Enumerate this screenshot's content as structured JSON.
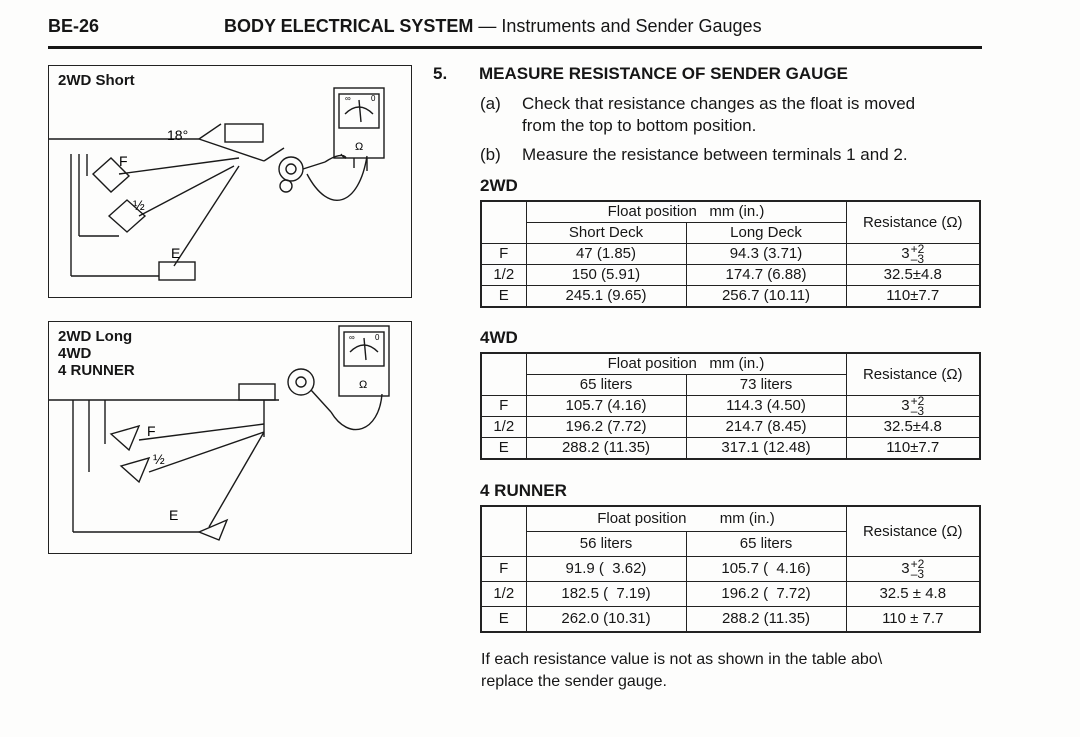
{
  "header": {
    "page_number": "BE-26",
    "system": "BODY ELECTRICAL SYSTEM",
    "dash": "—",
    "section": "Instruments and Sender Gauges"
  },
  "figures": {
    "fig1": {
      "lines": [
        "2WD Short"
      ],
      "angle": "18°",
      "f": "F",
      "half": "½",
      "e": "E",
      "meter_scale_left": "∞",
      "meter_scale_right": "0",
      "meter_unit": "Ω"
    },
    "fig2": {
      "lines": [
        "2WD Long",
        "4WD",
        "4 RUNNER"
      ],
      "f": "F",
      "half": "½",
      "e": "E",
      "meter_scale_left": "∞",
      "meter_scale_right": "0",
      "meter_unit": "Ω"
    }
  },
  "step": {
    "number": "5.",
    "title": "MEASURE RESISTANCE OF SENDER GAUGE",
    "a_label": "(a)",
    "a_line1": "Check that resistance changes as the float is moved",
    "a_line2": "from the top to bottom position.",
    "b_label": "(b)",
    "b_line1": "Measure the resistance between terminals 1 and 2."
  },
  "tables": {
    "t2wd": {
      "heading": "2WD",
      "float_header": "Float position   mm (in.)",
      "resistance_header": "Resistance (Ω)",
      "col1": "Short Deck",
      "col2": "Long Deck",
      "rows": [
        {
          "pos": "F",
          "c1": "47 (1.85)",
          "c2": "94.3 (3.71)",
          "r": "3",
          "r_sup": "+2",
          "r_sub": "–3"
        },
        {
          "pos": "1/2",
          "c1": "150 (5.91)",
          "c2": "174.7 (6.88)",
          "r": "32.5±4.8"
        },
        {
          "pos": "E",
          "c1": "245.1 (9.65)",
          "c2": "256.7 (10.11)",
          "r": "110±7.7"
        }
      ]
    },
    "t4wd": {
      "heading": "4WD",
      "float_header": "Float position   mm (in.)",
      "resistance_header": "Resistance (Ω)",
      "col1": "65 liters",
      "col2": "73 liters",
      "rows": [
        {
          "pos": "F",
          "c1": "105.7 (4.16)",
          "c2": "114.3 (4.50)",
          "r": "3",
          "r_sup": "+2",
          "r_sub": "–3"
        },
        {
          "pos": "1/2",
          "c1": "196.2 (7.72)",
          "c2": "214.7 (8.45)",
          "r": "32.5±4.8"
        },
        {
          "pos": "E",
          "c1": "288.2 (11.35)",
          "c2": "317.1 (12.48)",
          "r": "110±7.7"
        }
      ]
    },
    "t4runner": {
      "heading": "4 RUNNER",
      "float_header": "Float position        mm (in.)",
      "resistance_header": "Resistance (Ω)",
      "col1": "56 liters",
      "col2": "65 liters",
      "rows": [
        {
          "pos": "F",
          "c1": "91.9 (  3.62)",
          "c2": "105.7 (  4.16)",
          "r": "3",
          "r_sup": "+2",
          "r_sub": "–3"
        },
        {
          "pos": "1/2",
          "c1": "182.5 (  7.19)",
          "c2": "196.2 (  7.72)",
          "r": "32.5 ± 4.8"
        },
        {
          "pos": "E",
          "c1": "262.0 (10.31)",
          "c2": "288.2 (11.35)",
          "r": "110 ± 7.7"
        }
      ]
    }
  },
  "note": {
    "line1": "If each resistance value is not as shown in the table abo\\",
    "line2": "replace the sender gauge."
  }
}
